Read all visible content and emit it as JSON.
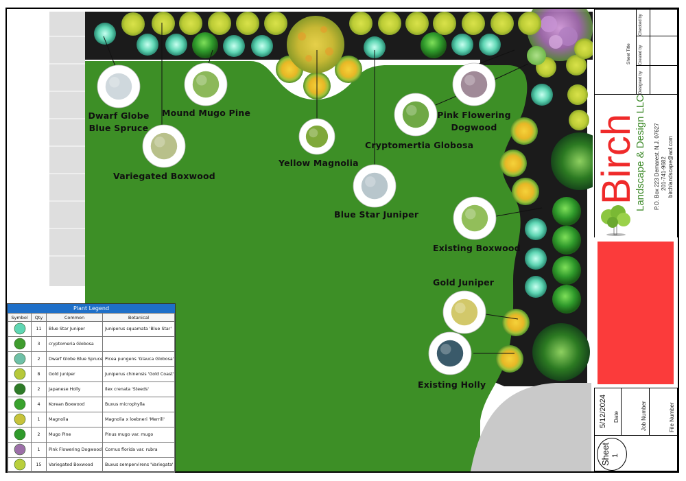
{
  "labels": {
    "dwarf_globe_blue_spruce": "Dwarf Globe\nBlue Spruce",
    "mound_mugo_pine": "Mound Mugo Pine",
    "variegated_boxwood": "Variegated Boxwood",
    "yellow_magnolia": "Yellow Magnolia",
    "cryptomertia_globosa": "Cryptomertia Globosa",
    "pink_flowering_dogwood": "Pink Flowering\nDogwood",
    "blue_star_juniper": "Blue Star Juniper",
    "existing_boxwood": "Existing Boxwood",
    "gold_juniper": "Gold Juniper",
    "existing_holly": "Existing Holly"
  },
  "legend": {
    "title": "Plant Legend",
    "headers": {
      "symbol": "Symbol",
      "qty": "Qty",
      "common": "Common",
      "botanical": "Botanical"
    },
    "rows": [
      {
        "qty": "11",
        "common": "Blue Star Juniper",
        "botanical": "Juniperus squamata 'Blue Star'",
        "color": "#5fd6b4"
      },
      {
        "qty": "3",
        "common": "cryptomeria Globosa",
        "botanical": "",
        "color": "#3f9c2e"
      },
      {
        "qty": "2",
        "common": "Dwarf Globe Blue Spruce",
        "botanical": "Picea pungens 'Glauca Globosa'",
        "color": "#6fc0a8"
      },
      {
        "qty": "8",
        "common": "Gold Juniper",
        "botanical": "Juniperus chinensis 'Gold Coast'",
        "color": "#b6c83a"
      },
      {
        "qty": "2",
        "common": "Japanese Holly",
        "botanical": "Ilex crenata 'Steeds'",
        "color": "#2e7a28"
      },
      {
        "qty": "4",
        "common": "Korean Boxwood",
        "botanical": "Buxus microphylla",
        "color": "#39a22d"
      },
      {
        "qty": "1",
        "common": "Magnolia",
        "botanical": "Magnolia x loebneri 'Merrill'",
        "color": "#c7c23a"
      },
      {
        "qty": "2",
        "common": "Mugo Pine",
        "botanical": "Pinus mugo var. mugo",
        "color": "#2f9a2b"
      },
      {
        "qty": "1",
        "common": "Pink Flowering Dogwood",
        "botanical": "Cornus florida var. rubra",
        "color": "#9c6fa8"
      },
      {
        "qty": "15",
        "common": "Variegated Boxwood",
        "botanical": "Buxus sempervirens 'Variegata'",
        "color": "#b9cf3c"
      }
    ]
  },
  "title_block": {
    "checked_by": "Checked by",
    "sheet_title": "Sheet Title",
    "designed_by": "Designed by",
    "created_by": "Created by",
    "company_name": "Birch",
    "company_sub": "Landscape & Design LLC",
    "address": "P.O. Box 223 Demarest, N.J. 07627",
    "phone": "201-741-9682",
    "email": "birchlandscape@aol.com",
    "date_value": "5/12/2024",
    "date_label": "Date",
    "job_number": "Job Number",
    "file_number": "File Number",
    "sheet_label": "Sheet",
    "sheet_number": "1"
  },
  "colors": {
    "lawn": "#3d8f26",
    "mulch": "#1b1b1b",
    "patio": "#c9c9c9",
    "walk": "#dcdcdc",
    "red_box": "#fb3b3b",
    "brand_red": "#ef2a2a",
    "brand_green": "#3e8a2a"
  }
}
